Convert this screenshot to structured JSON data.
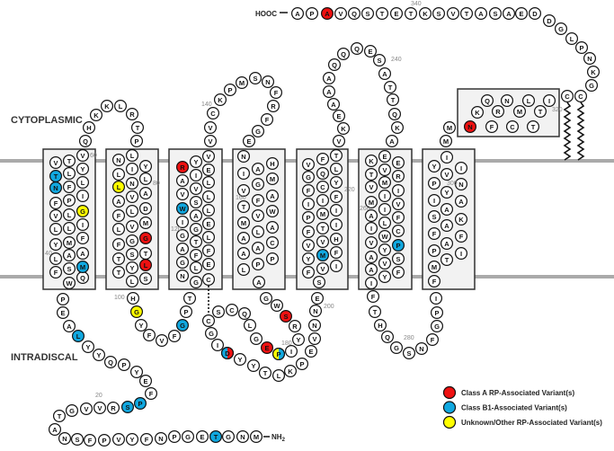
{
  "regions": {
    "cytoplasmic": "CYTOPLASMIC",
    "intradiscal": "INTRADISCAL"
  },
  "termini": {
    "c_term": "HOOC",
    "n_term": "NH",
    "n_term_sub": "2"
  },
  "sequence": "MNGTEGPNFYVPFSNATGVVRSPFEYPQYYLAEPWQFSMLAAYMFLLIVLGFPINFLTLYVTVQHKKLRTPLNYILLNLAVADLFMVLGGFTSTLYTSLHGYFVFGPTGCNLEGFFATLGGEIALWSLVVLAIERYVVVCKPMSNFRFGENHAIMGVAFTWVMALACAAPPLAGWSRYIPEGLQCSCGIDYYTLKPEVNNESFVIYMFVVHFTIPMIIIFFCYGQLVFTVKEAAAQQQESATTQKAEKEVTRMVIIMVIAFLICWVPYASVAFYIFTHQGSNFGPIFMTIPAFFAKSAAIYNPVIYIMMNKQFRNCMLTTICCGKNPLGDDEASATVSKTETSQVAPA",
  "variants": {
    "4": [
      "B"
    ],
    "22": [
      "B"
    ],
    "23": [
      "B"
    ],
    "31": [
      "B"
    ],
    "39": [
      "B"
    ],
    "51": [
      "U"
    ],
    "55": [
      "B"
    ],
    "58": [
      "B"
    ],
    "79": [
      "U"
    ],
    "89": [
      "A"
    ],
    "95": [
      "A"
    ],
    "101": [
      "U"
    ],
    "106": [
      "B"
    ],
    "126": [
      "B"
    ],
    "135": [
      "A"
    ],
    "176": [
      "A"
    ],
    "180": [
      "U",
      "B"
    ],
    "181": [
      "A"
    ],
    "190": [
      "B",
      "A"
    ],
    "207": [
      "B"
    ],
    "267": [
      "B"
    ],
    "310": [
      "A"
    ],
    "346": [
      "A"
    ]
  },
  "position_labels": [
    "20",
    "40",
    "60",
    "80",
    "100",
    "120",
    "140",
    "160",
    "180",
    "200",
    "220",
    "240",
    "260",
    "280",
    "300",
    "320",
    "340"
  ],
  "legend": [
    {
      "key": "A",
      "label": "Class A RP-Associated Variant(s)",
      "color": "#ee1111"
    },
    {
      "key": "B",
      "label": "Class B1-Associated Variant(s)",
      "color": "#10a8e0"
    },
    {
      "key": "U",
      "label": "Unknown/Other RP-Associated Variant(s)",
      "color": "#ffff00"
    }
  ],
  "colors": {
    "membrane": "#aaaaaa",
    "helix_fill": "#f2f2f2",
    "residue_fill": "#ffffff"
  }
}
